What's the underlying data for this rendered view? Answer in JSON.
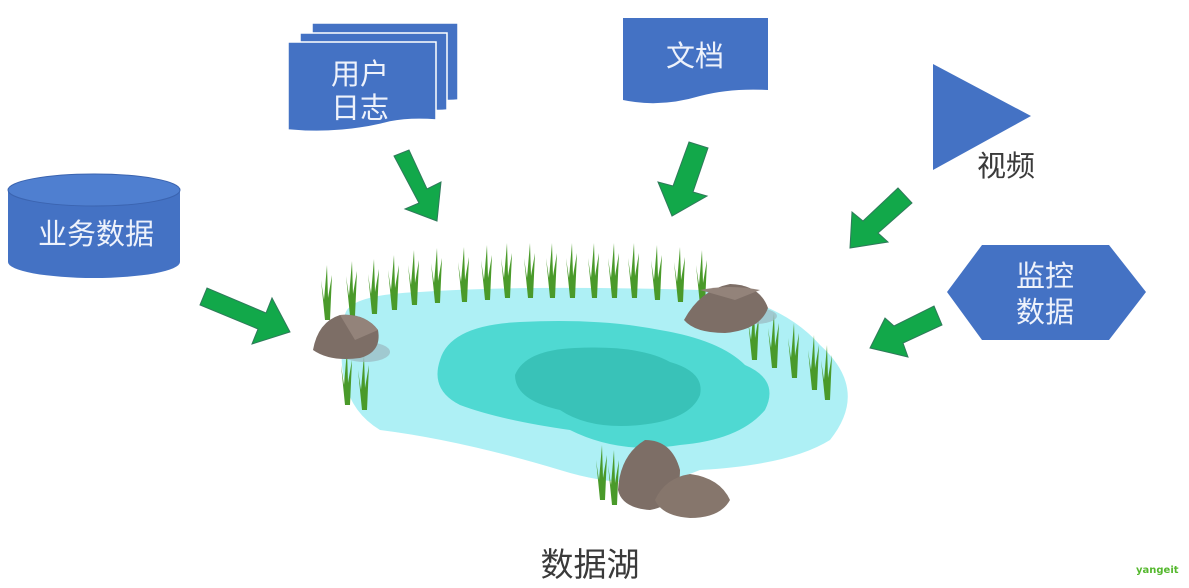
{
  "diagram": {
    "title": "数据湖",
    "colors": {
      "source_shape": "#4472c4",
      "arrow": "#12a84a",
      "arrow_outline": "#2f7a5a",
      "water_light": "#aef0f5",
      "water_mid": "#4fd9d2",
      "water_deep": "#39c2b8",
      "reed": "#4a9a2a",
      "rock": "#7d6e66",
      "label_dark": "#3a3a3a"
    },
    "sources": [
      {
        "id": "business-data",
        "shape": "cylinder",
        "label": "业务数据"
      },
      {
        "id": "user-logs",
        "shape": "multi-document",
        "label_line1": "用户",
        "label_line2": "日志"
      },
      {
        "id": "documents",
        "shape": "document",
        "label": "文档"
      },
      {
        "id": "video",
        "shape": "triangle",
        "label": "视频"
      },
      {
        "id": "monitoring-data",
        "shape": "hexagon",
        "label_line1": "监控",
        "label_line2": "数据"
      }
    ],
    "target": {
      "id": "data-lake",
      "shape": "pond",
      "label": "数据湖"
    },
    "watermark": "yangeit"
  }
}
